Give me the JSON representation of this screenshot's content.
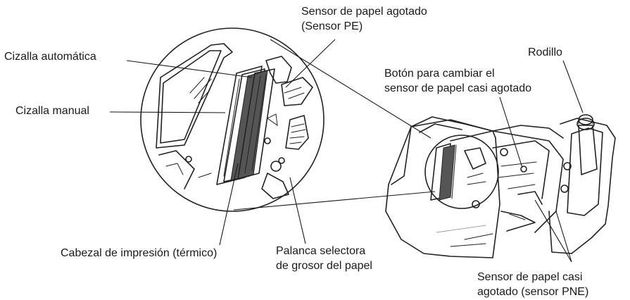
{
  "labels": {
    "sensor_pe": [
      "Sensor de papel agotado",
      "(Sensor PE)"
    ],
    "cizalla_automatica": "Cizalla automática",
    "cizalla_manual": "Cizalla manual",
    "cabezal": "Cabezal de impresión (térmico)",
    "palanca": [
      "Palanca selectora",
      "de grosor del papel"
    ],
    "rodillo": "Rodillo",
    "boton": [
      "Botón para cambiar el",
      "sensor de papel casi agotado"
    ],
    "sensor_pne": [
      "Sensor de papel casi",
      "agotado (sensor PNE)"
    ]
  },
  "colors": {
    "ink": "#222222",
    "background": "#ffffff"
  }
}
